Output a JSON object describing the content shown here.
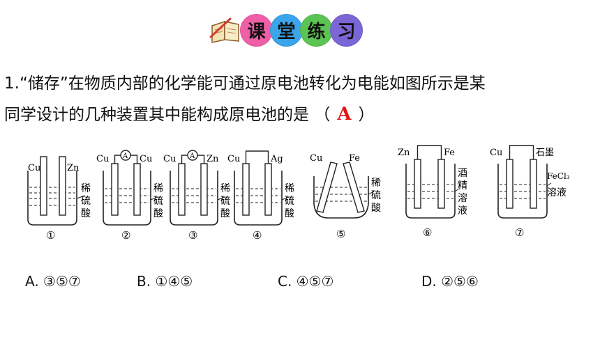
{
  "header": {
    "chars": [
      {
        "text": "课",
        "color": "#ef5fa7"
      },
      {
        "text": "堂",
        "color": "#3aa5ea"
      },
      {
        "text": "练",
        "color": "#5cc452"
      },
      {
        "text": "习",
        "color": "#7a66d4"
      }
    ]
  },
  "question": {
    "line1": "1.“储存”在物质内部的化学能可通过原电池转化为电能如图所示是某",
    "line2": "同学设计的几种装置其中能构成原电池的是",
    "paren_open": "（",
    "answer": "A",
    "paren_close": "）"
  },
  "diagrams": [
    {
      "label": "①",
      "left": "Cu",
      "right": "Zn",
      "meter": "",
      "solution": [
        "稀",
        "硫",
        "酸"
      ]
    },
    {
      "label": "②",
      "left": "Cu",
      "right": "Cu",
      "meter": "A",
      "solution": [
        "稀",
        "硫",
        "酸"
      ]
    },
    {
      "label": "③",
      "left": "Cu",
      "right": "Zn",
      "meter": "A",
      "solution": [
        "稀",
        "硫",
        "酸"
      ]
    },
    {
      "label": "④",
      "left": "Cu",
      "right": "Ag",
      "meter": "",
      "solution": [
        "稀",
        "硫",
        "酸"
      ]
    },
    {
      "label": "⑤",
      "left": "Cu",
      "right": "Fe",
      "meter": "",
      "solution": [
        "稀",
        "硫",
        "酸"
      ]
    },
    {
      "label": "⑥",
      "left": "Zn",
      "right": "Fe",
      "meter": "",
      "solution": [
        "酒",
        "精",
        "溶",
        "液"
      ]
    },
    {
      "label": "⑦",
      "left": "Cu",
      "right": "石墨",
      "meter": "",
      "solution": [
        "FeCl₃",
        "溶液"
      ]
    }
  ],
  "options": [
    {
      "text": "A. ③⑤⑦"
    },
    {
      "text": "B. ①④⑤"
    },
    {
      "text": "C. ④⑤⑦"
    },
    {
      "text": "D. ②⑤⑥"
    }
  ]
}
